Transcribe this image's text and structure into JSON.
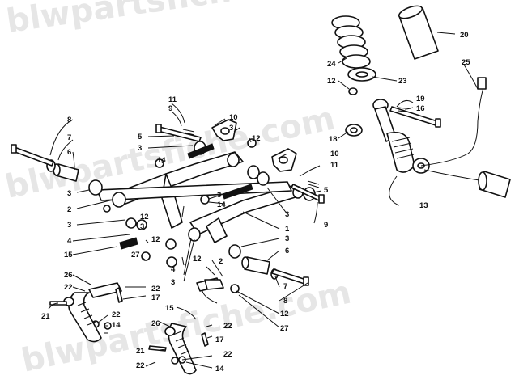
{
  "watermark": "blwpartsfiche.com",
  "labels": {
    "n1": "1",
    "n2": "2",
    "n3": "3",
    "n4": "4",
    "n5": "5",
    "n6": "6",
    "n7": "7",
    "n8": "8",
    "n9": "9",
    "n10": "10",
    "n11": "11",
    "n12": "12",
    "n13": "13",
    "n14": "14",
    "n15": "15",
    "n16": "16",
    "n17": "17",
    "n18": "18",
    "n19": "19",
    "n20": "20",
    "n21": "21",
    "n22": "22",
    "n23": "23",
    "n24": "24",
    "n25": "25",
    "n26": "26",
    "n27": "27"
  },
  "colors": {
    "ink": "#111111",
    "paper": "#ffffff",
    "watermark": "#b8b8b8"
  }
}
